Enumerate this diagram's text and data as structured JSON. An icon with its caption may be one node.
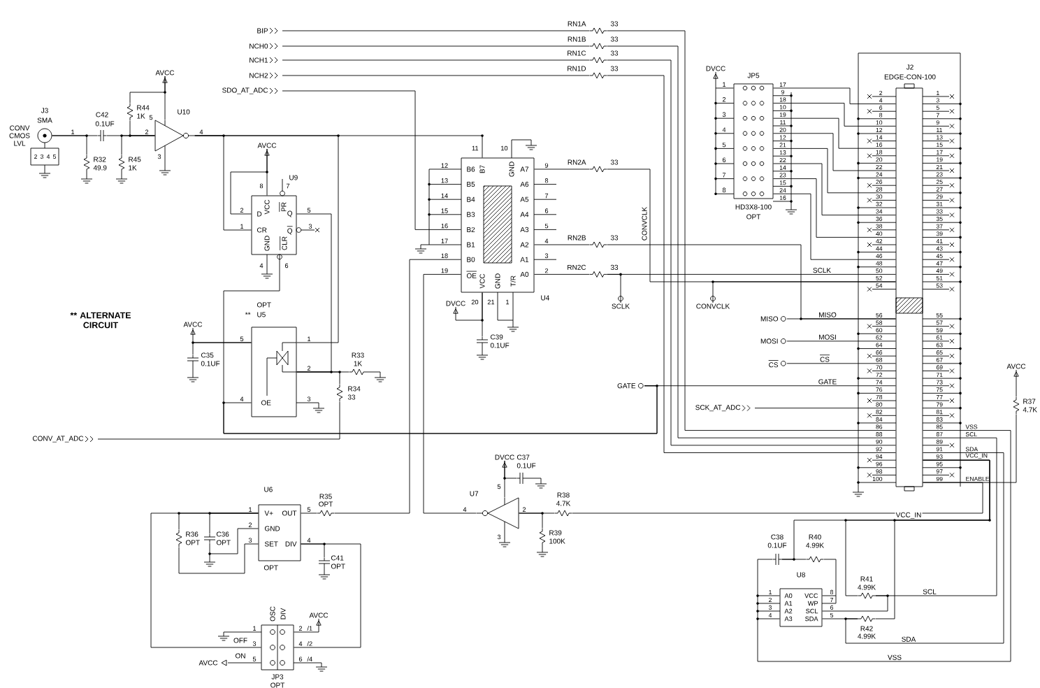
{
  "diagram": {
    "nodes": [
      {
        "text": [
          "BIP"
        ]
      },
      {
        "text": [
          "NCH0"
        ]
      },
      {
        "text": [
          "NCH1"
        ]
      },
      {
        "text": [
          "NCH2"
        ]
      },
      {
        "text": [
          "SDO_AT_ADC"
        ]
      },
      {
        "text": [
          "RN1A",
          "33"
        ]
      },
      {
        "text": [
          "RN1B",
          "33"
        ]
      },
      {
        "text": [
          "RN1C",
          "33"
        ]
      },
      {
        "text": [
          "RN1D",
          "33"
        ]
      },
      {
        "text": [
          "DVCC"
        ]
      },
      {
        "text": [
          "JP5",
          "HD3X8-100",
          "OPT"
        ],
        "beside": [
          "1",
          "2",
          "3",
          "4",
          "5",
          "6",
          "7",
          "8",
          "17",
          "9",
          "18",
          "10",
          "19",
          "11",
          "20",
          "12",
          "21",
          "13",
          "22",
          "14",
          "23",
          "15",
          "24",
          "16"
        ]
      },
      {
        "text": [
          "J2",
          "EDGE-CON-100"
        ],
        "beside": [
          "1",
          "2",
          "3",
          "4",
          "5",
          "6",
          "7",
          "8",
          "9",
          "10",
          "11",
          "12",
          "13",
          "14",
          "15",
          "16",
          "17",
          "18",
          "19",
          "20",
          "21",
          "22",
          "23",
          "24",
          "25",
          "26",
          "27",
          "28",
          "29",
          "30",
          "31",
          "32",
          "33",
          "34",
          "35",
          "36",
          "37",
          "38",
          "39",
          "40",
          "41",
          "42",
          "43",
          "44",
          "45",
          "46",
          "47",
          "48",
          "49",
          "50",
          "51",
          "52",
          "53",
          "54",
          "55",
          "56",
          "57",
          "58",
          "59",
          "60",
          "61",
          "62",
          "63",
          "64",
          "65",
          "66",
          "67",
          "68",
          "69",
          "70",
          "71",
          "72",
          "73",
          "74",
          "75",
          "76",
          "77",
          "78",
          "79",
          "80",
          "81",
          "82",
          "83",
          "84",
          "85",
          "86",
          "87",
          "88",
          "89",
          "90",
          "91",
          "92",
          "93",
          "94",
          "95",
          "96",
          "97",
          "98",
          "99",
          "100"
        ]
      },
      {
        "text": [
          "AVCC"
        ]
      },
      {
        "text": [
          "J3",
          "SMA"
        ],
        "beside": [
          "1",
          "2",
          "3",
          "4",
          "5"
        ]
      },
      {
        "text": [
          "C42",
          "0.1UF"
        ]
      },
      {
        "text": [
          "R32",
          "49.9"
        ]
      },
      {
        "text": [
          "R45",
          "1K"
        ]
      },
      {
        "text": [
          "R44",
          "1K"
        ]
      },
      {
        "text": [
          "U10"
        ],
        "beside": [
          "2",
          "4",
          "5",
          "3"
        ]
      },
      {
        "text": [
          "AVCC"
        ]
      },
      {
        "text": [
          "U9",
          "D",
          "CR",
          "VCC",
          "GND",
          "PR",
          "Q",
          "Q",
          "CLR"
        ],
        "beside": [
          "8",
          "7",
          "2",
          "1",
          "5",
          "3",
          "4",
          "6"
        ]
      },
      {
        "text": [
          "OPT",
          "U5",
          "OE"
        ],
        "beside": [
          "5",
          "1",
          "2",
          "4",
          "3"
        ]
      },
      {
        "text": [
          "AVCC"
        ]
      },
      {
        "text": [
          "C35",
          "0.1UF"
        ]
      },
      {
        "text": [
          "R33",
          "1K"
        ]
      },
      {
        "text": [
          "R34",
          "33"
        ]
      },
      {
        "text": [
          "CONV_AT_ADC"
        ]
      },
      {
        "text": [
          "U4",
          "B7",
          "GND",
          "B6",
          "B5",
          "B4",
          "B3",
          "B2",
          "B1",
          "B0",
          "OE",
          "A7",
          "A6",
          "A5",
          "A4",
          "A3",
          "A2",
          "A1",
          "A0",
          "VCC",
          "GND",
          "T/R"
        ],
        "beside": [
          "11",
          "10",
          "12",
          "13",
          "14",
          "15",
          "16",
          "17",
          "18",
          "19",
          "9",
          "8",
          "7",
          "6",
          "5",
          "4",
          "3",
          "2",
          "20",
          "21",
          "1"
        ]
      },
      {
        "text": [
          "DVCC"
        ]
      },
      {
        "text": [
          "C39",
          "0.1UF"
        ]
      },
      {
        "text": [
          "SCLK"
        ]
      },
      {
        "text": [
          "CONVCLK"
        ]
      },
      {
        "text": [
          "RN2A",
          "33"
        ]
      },
      {
        "text": [
          "RN2B",
          "33"
        ]
      },
      {
        "text": [
          "RN2C",
          "33"
        ]
      },
      {
        "text": [
          "MISO"
        ]
      },
      {
        "text": [
          "MOSI"
        ]
      },
      {
        "text": [
          "CS"
        ]
      },
      {
        "text": [
          "GATE"
        ]
      },
      {
        "text": [
          "SCK_AT_ADC"
        ]
      },
      {
        "text": [
          "U6",
          "V+",
          "OUT",
          "GND",
          "SET",
          "DIV",
          "OPT"
        ],
        "beside": [
          "1",
          "2",
          "3",
          "5",
          "4"
        ]
      },
      {
        "text": [
          "R35",
          "OPT"
        ]
      },
      {
        "text": [
          "R36",
          "OPT"
        ]
      },
      {
        "text": [
          "C36",
          "OPT"
        ]
      },
      {
        "text": [
          "C41",
          "OPT"
        ]
      },
      {
        "text": [
          "OSC",
          "DIV",
          "JP3",
          "OPT"
        ],
        "beside": [
          "1",
          "2",
          "3",
          "4",
          "5",
          "6",
          "OFF",
          "ON",
          "/1",
          "/2",
          "/4"
        ]
      },
      {
        "text": [
          "AVCC"
        ]
      },
      {
        "text": [
          "AVCC"
        ]
      },
      {
        "text": [
          "DVCC"
        ]
      },
      {
        "text": [
          "C37",
          "0.1UF"
        ]
      },
      {
        "text": [
          "U7"
        ],
        "beside": [
          "4",
          "2",
          "5",
          "3"
        ]
      },
      {
        "text": [
          "R38",
          "4.7K"
        ]
      },
      {
        "text": [
          "R39",
          "100K"
        ]
      },
      {
        "text": [
          "AVCC"
        ]
      },
      {
        "text": [
          "R37",
          "4.7K"
        ]
      },
      {
        "text": [
          "C38",
          "0.1UF"
        ]
      },
      {
        "text": [
          "R40",
          "4.99K"
        ]
      },
      {
        "text": [
          "U8",
          "A0",
          "A1",
          "A2",
          "A3",
          "VCC",
          "WP",
          "SCL",
          "SDA"
        ],
        "beside": [
          "1",
          "2",
          "3",
          "4",
          "8",
          "7",
          "6",
          "5"
        ]
      },
      {
        "text": [
          "R41",
          "4.99K"
        ]
      },
      {
        "text": [
          "R42",
          "4.99K"
        ]
      }
    ],
    "edges": [
      {
        "from": 0,
        "to": 5,
        "arrow": "none"
      },
      {
        "from": 1,
        "to": 6,
        "arrow": "none"
      },
      {
        "from": 2,
        "to": 7,
        "arrow": "none"
      },
      {
        "from": 3,
        "to": 8,
        "arrow": "none"
      },
      {
        "from": 5,
        "to": 11,
        "arrow": "none"
      },
      {
        "from": 6,
        "to": 11,
        "arrow": "none"
      },
      {
        "from": 7,
        "to": 11,
        "arrow": "none"
      },
      {
        "from": 8,
        "to": 11,
        "arrow": "none"
      },
      {
        "from": 4,
        "to": 27,
        "arrow": "none"
      },
      {
        "from": 13,
        "to": 14,
        "arrow": "none"
      },
      {
        "from": 13,
        "to": 15,
        "arrow": "none"
      },
      {
        "from": 14,
        "to": 18,
        "arrow": "none"
      },
      {
        "from": 16,
        "to": 18,
        "arrow": "none"
      },
      {
        "from": 17,
        "to": 18,
        "arrow": "none"
      },
      {
        "from": 12,
        "to": 17,
        "arrow": "none"
      },
      {
        "from": 12,
        "to": 18,
        "arrow": "none"
      },
      {
        "from": 18,
        "to": 20,
        "arrow": "none"
      },
      {
        "from": 18,
        "to": 21,
        "arrow": "none"
      },
      {
        "from": 18,
        "to": 27,
        "arrow": "none"
      },
      {
        "from": 19,
        "to": 20,
        "arrow": "none"
      },
      {
        "from": 19,
        "to": 20,
        "arrow": "none"
      },
      {
        "from": 20,
        "to": 21,
        "arrow": "none"
      },
      {
        "from": 38,
        "to": 20,
        "arrow": "none"
      },
      {
        "from": 38,
        "to": 21,
        "arrow": "none"
      },
      {
        "from": 22,
        "to": 21,
        "arrow": "none"
      },
      {
        "from": 23,
        "to": 21,
        "arrow": "none"
      },
      {
        "from": 21,
        "to": 24,
        "arrow": "none"
      },
      {
        "from": 21,
        "to": 25,
        "arrow": "none"
      },
      {
        "from": 25,
        "to": 26,
        "arrow": "none"
      },
      {
        "from": 28,
        "to": 27,
        "arrow": "none"
      },
      {
        "from": 29,
        "to": 27,
        "arrow": "none"
      },
      {
        "from": 32,
        "to": 27,
        "arrow": "none"
      },
      {
        "from": 33,
        "to": 27,
        "arrow": "none"
      },
      {
        "from": 34,
        "to": 27,
        "arrow": "none"
      },
      {
        "from": 32,
        "to": 11,
        "arrow": "none",
        "label": "CONVCLK"
      },
      {
        "from": 31,
        "to": 11,
        "arrow": "none"
      },
      {
        "from": 33,
        "to": 11,
        "arrow": "none"
      },
      {
        "from": 34,
        "to": 11,
        "arrow": "none",
        "label": "SCLK"
      },
      {
        "from": 30,
        "to": 34,
        "arrow": "none"
      },
      {
        "from": 35,
        "to": 11,
        "arrow": "none",
        "label": "MISO"
      },
      {
        "from": 36,
        "to": 11,
        "arrow": "none",
        "label": "MOSI"
      },
      {
        "from": 37,
        "to": 11,
        "arrow": "none",
        "label": "CS"
      },
      {
        "from": 38,
        "to": 11,
        "arrow": "none",
        "label": "GATE"
      },
      {
        "from": 39,
        "to": 11,
        "arrow": "none"
      },
      {
        "from": 9,
        "to": 10,
        "arrow": "none"
      },
      {
        "from": 10,
        "to": 11,
        "arrow": "none"
      },
      {
        "from": 10,
        "to": 11,
        "arrow": "none"
      },
      {
        "from": 10,
        "to": 11,
        "arrow": "none"
      },
      {
        "from": 10,
        "to": 11,
        "arrow": "none"
      },
      {
        "from": 10,
        "to": 11,
        "arrow": "none"
      },
      {
        "from": 10,
        "to": 11,
        "arrow": "none"
      },
      {
        "from": 10,
        "to": 11,
        "arrow": "none"
      },
      {
        "from": 10,
        "to": 11,
        "arrow": "none"
      },
      {
        "from": 40,
        "to": 45,
        "arrow": "none"
      },
      {
        "from": 42,
        "to": 40,
        "arrow": "none"
      },
      {
        "from": 42,
        "to": 40,
        "arrow": "none"
      },
      {
        "from": 43,
        "to": 40,
        "arrow": "none"
      },
      {
        "from": 43,
        "to": 40,
        "arrow": "none"
      },
      {
        "from": 40,
        "to": 41,
        "arrow": "none"
      },
      {
        "from": 41,
        "to": 27,
        "arrow": "none"
      },
      {
        "from": 40,
        "to": 44,
        "arrow": "none"
      },
      {
        "from": 40,
        "to": 45,
        "arrow": "none"
      },
      {
        "from": 46,
        "to": 45,
        "arrow": "none"
      },
      {
        "from": 47,
        "to": 45,
        "arrow": "none"
      },
      {
        "from": 27,
        "to": 50,
        "arrow": "none"
      },
      {
        "from": 48,
        "to": 50,
        "arrow": "none"
      },
      {
        "from": 49,
        "to": 48,
        "arrow": "none"
      },
      {
        "from": 50,
        "to": 51,
        "arrow": "none"
      },
      {
        "from": 52,
        "to": 50,
        "arrow": "none"
      },
      {
        "from": 51,
        "to": 11,
        "arrow": "none",
        "label": "ENABLE"
      },
      {
        "from": 53,
        "to": 54,
        "arrow": "none"
      },
      {
        "from": 54,
        "to": 11,
        "arrow": "none"
      },
      {
        "from": 11,
        "to": 55,
        "arrow": "none",
        "label": "VCC_IN"
      },
      {
        "from": 58,
        "to": 11,
        "arrow": "none"
      },
      {
        "from": 59,
        "to": 11,
        "arrow": "none"
      },
      {
        "from": 11,
        "to": 58,
        "arrow": "none",
        "label": "SCL"
      },
      {
        "from": 57,
        "to": 58,
        "arrow": "none"
      },
      {
        "from": 11,
        "to": 59,
        "arrow": "none",
        "label": "SDA"
      },
      {
        "from": 57,
        "to": 59,
        "arrow": "none"
      },
      {
        "from": 11,
        "to": 57,
        "arrow": "none",
        "label": "VSS"
      },
      {
        "from": 55,
        "to": 57,
        "arrow": "none"
      },
      {
        "from": 55,
        "to": 56,
        "arrow": "none"
      },
      {
        "from": 56,
        "to": 57,
        "arrow": "none"
      }
    ],
    "labels": [
      "CONV CMOS LVL",
      "** ALTERNATE CIRCUIT",
      "**",
      "VSS",
      "SCL",
      "SDA",
      "VCC_IN"
    ]
  }
}
